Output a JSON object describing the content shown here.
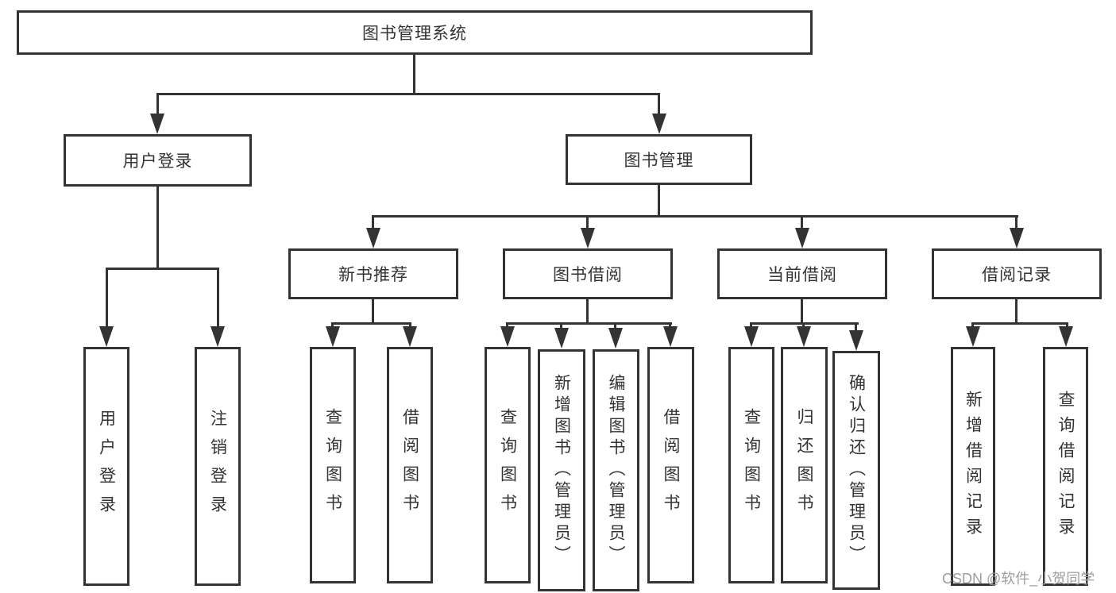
{
  "root": {
    "label": "图书管理系统"
  },
  "login": {
    "label": "用户登录",
    "leaves": [
      {
        "label": "用户登录"
      },
      {
        "label": "注销登录"
      }
    ]
  },
  "mgmt": {
    "label": "图书管理",
    "groups": [
      {
        "label": "新书推荐",
        "leaves": [
          {
            "label": "查询图书"
          },
          {
            "label": "借阅图书"
          }
        ]
      },
      {
        "label": "图书借阅",
        "leaves": [
          {
            "label": "查询图书"
          },
          {
            "label": "新增图书（管理员）"
          },
          {
            "label": "编辑图书（管理员）"
          },
          {
            "label": "借阅图书"
          }
        ]
      },
      {
        "label": "当前借阅",
        "leaves": [
          {
            "label": "查询图书"
          },
          {
            "label": "归还图书"
          },
          {
            "label": "确认归还（管理员）"
          }
        ]
      },
      {
        "label": "借阅记录",
        "leaves": [
          {
            "label": "新增借阅记录"
          },
          {
            "label": "查询借阅记录"
          }
        ]
      }
    ]
  },
  "watermark": {
    "text": "CSDN @软件_小贺同学"
  },
  "colors": {
    "line": "#333333",
    "text": "#333333",
    "watermark": "#9e9e9e",
    "background": "#ffffff"
  }
}
